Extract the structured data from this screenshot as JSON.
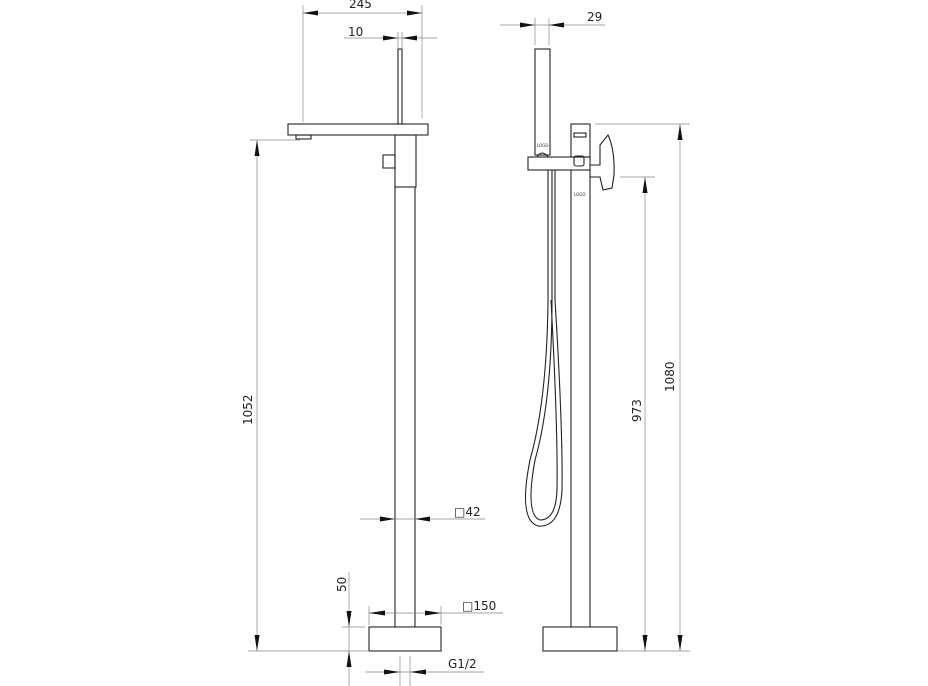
{
  "drawing": {
    "dimensions": {
      "spout_length": "245",
      "shower_offset": "10",
      "shower_width": "29",
      "total_height_left": "1052",
      "pipe_size": "□42",
      "base_height": "50",
      "base_size": "□150",
      "connection": "G1/2",
      "total_height_right": "1080",
      "handle_height": "973"
    },
    "labels": {
      "logo_shower": "LOGO",
      "logo_body": "LOGO"
    }
  }
}
